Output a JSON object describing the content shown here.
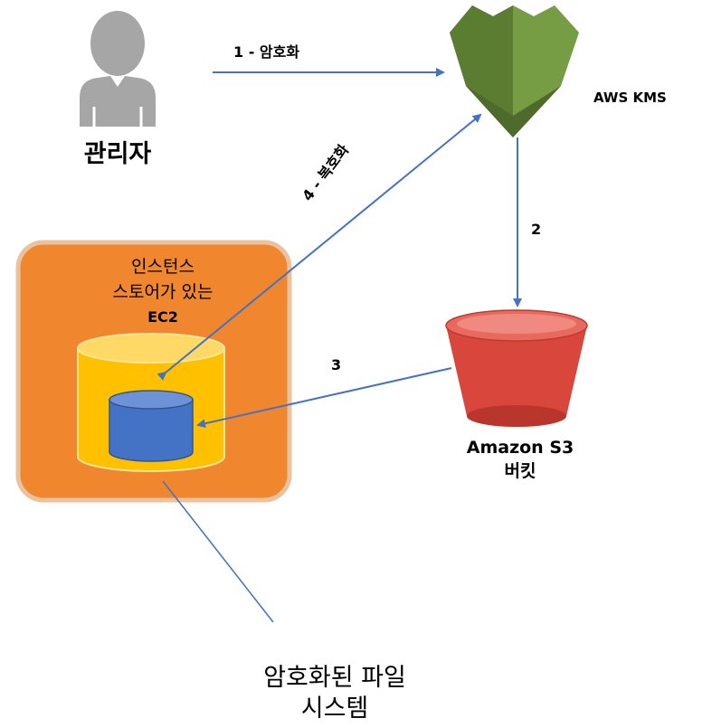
{
  "admin": {
    "label": "관리자"
  },
  "kms": {
    "label": "AWS KMS"
  },
  "s3": {
    "line1": "Amazon S3",
    "line2": "버킷"
  },
  "ec2": {
    "line1": "인스턴스",
    "line2": "스토어가 있는",
    "line3": "EC2"
  },
  "filesystem": {
    "line1": "암호화된 파일",
    "line2": "시스템"
  },
  "steps": {
    "step1": "1 - 암호화",
    "step2": "2",
    "step3": "3",
    "step4": "4 - 복호화"
  },
  "colors": {
    "arrow": "#4472c4",
    "person": "#a6a6a6",
    "kms_dark": "#4e6b2b",
    "kms_light": "#769c44",
    "ec2_box": "#f0872e",
    "ec2_border": "#e9c3a0",
    "storage_outer": "#ffc000",
    "storage_inner": "#4472c4",
    "bucket": "#d9463b"
  }
}
